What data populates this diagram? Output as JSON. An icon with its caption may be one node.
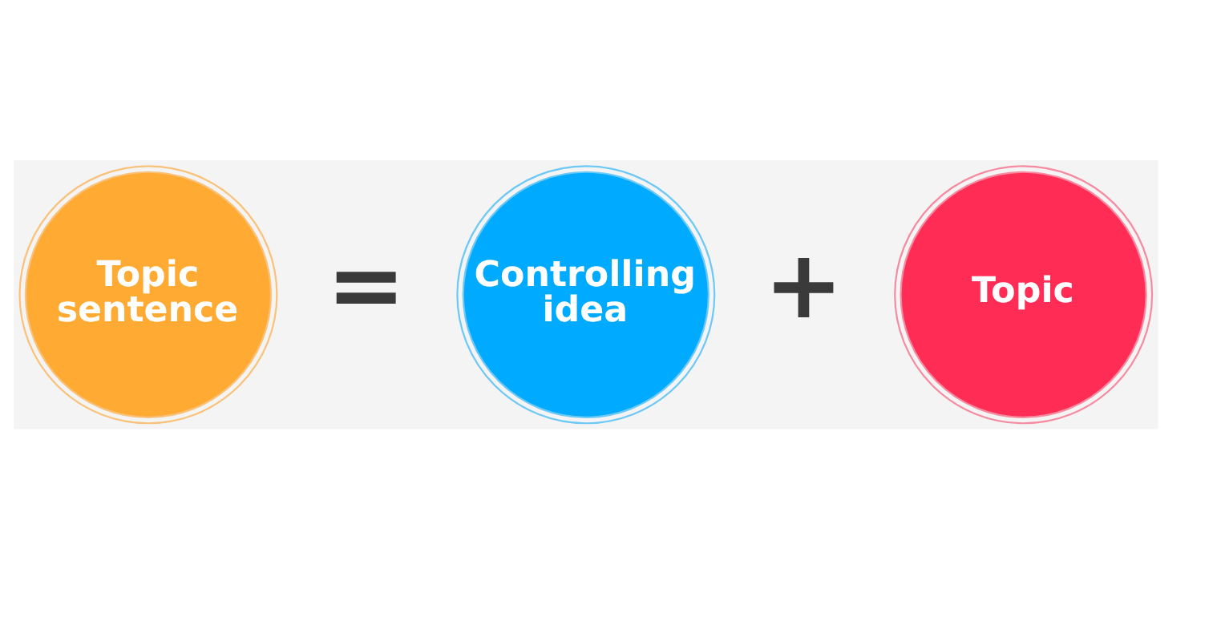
{
  "diagram": {
    "nodes": [
      {
        "text": [
          "Topic sentence"
        ]
      },
      {
        "text": [
          "Controlling idea"
        ]
      },
      {
        "text": [
          "Topic"
        ]
      }
    ],
    "labels": [
      "=",
      "+"
    ]
  }
}
